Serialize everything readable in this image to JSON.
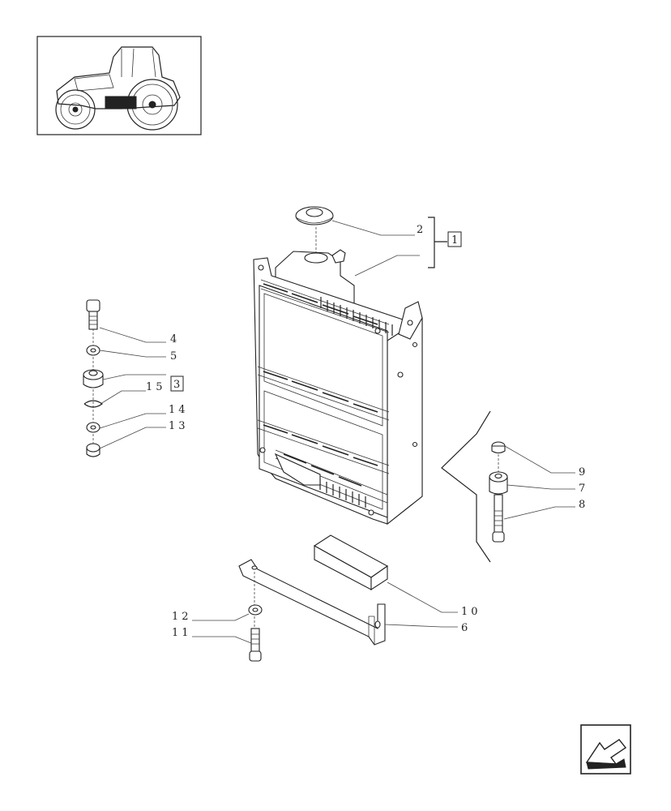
{
  "callouts": {
    "c1": "1",
    "c2": "2",
    "c3": "3",
    "c4": "4",
    "c5": "5",
    "c6": "6",
    "c7": "7",
    "c8": "8",
    "c9": "9",
    "c10": "10",
    "c11": "11",
    "c12": "12",
    "c13": "13",
    "c14": "14",
    "c15": "15"
  },
  "icons": {
    "thumbnail": "tractor-locator-thumbnail",
    "navigation": "previous-page-arrow-icon"
  }
}
